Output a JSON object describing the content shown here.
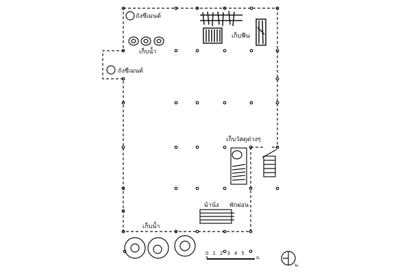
{
  "title": "Floor plan sketch",
  "labels": {
    "cement_tank_top": "ถังซีเมนต์",
    "water_storage_top": "เก็บน้ำ",
    "firewood_storage": "เก็บฟืน",
    "cement_tank_side": "ถังซีเมนต์",
    "materials_storage": "เก็บวัสดุต่างๆ",
    "bench": "ม้านั่ง",
    "rest": "พักผ่อน",
    "water_storage_bottom": "เก็บน้ำ"
  },
  "scale_bar": {
    "ticks": [
      "0",
      "1",
      "2",
      "3",
      "4",
      "5"
    ],
    "unit": "ม."
  },
  "north": {
    "label": "น."
  },
  "colors": {
    "ink": "#111111",
    "paper": "#ffffff"
  }
}
